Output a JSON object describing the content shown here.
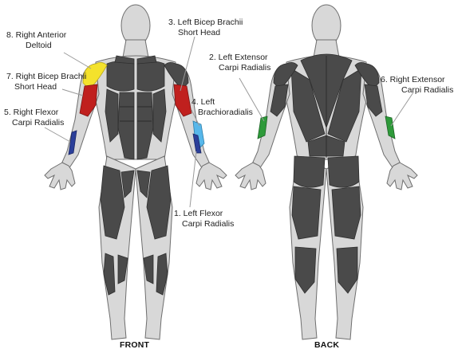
{
  "views": {
    "front": "FRONT",
    "back": "BACK"
  },
  "labels": {
    "l1": [
      "1. Left Flexor",
      "Carpi Radialis"
    ],
    "l2": [
      "2. Left Extensor",
      "Carpi Radialis"
    ],
    "l3": [
      "3. Left Bicep Brachii",
      "Short Head"
    ],
    "l4": [
      "4. Left",
      "Brachioradialis"
    ],
    "l5": [
      "5. Right Flexor",
      "Carpi Radialis"
    ],
    "l6": [
      "6. Right Extensor",
      "Carpi Radialis"
    ],
    "l7": [
      "7. Right Bicep Brachii",
      "Short Head"
    ],
    "l8": [
      "8. Right Anterior",
      "Deltoid"
    ]
  },
  "highlight_colors": {
    "flexor_carpi_radialis": "#2b3f9a",
    "extensor_carpi_radialis": "#2e9a3a",
    "bicep_brachii_short_head": "#c0201e",
    "brachioradialis": "#57b7ea",
    "anterior_deltoid": "#f4e22c",
    "muscle_default": "#4a4a4a",
    "body": "#d8d8d8"
  }
}
